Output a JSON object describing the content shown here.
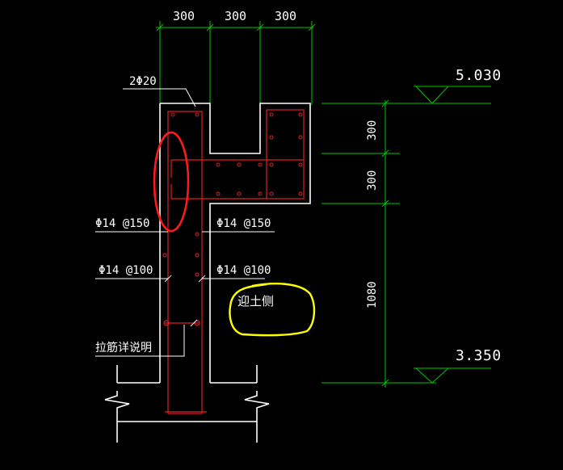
{
  "colors": {
    "background": "#000000",
    "dimension": "#00c800",
    "outline": "#ffffff",
    "rebar": "#e02020",
    "markup_red": "#ff1a1a",
    "markup_yellow": "#ffff00"
  },
  "dimensions_top": [
    "300",
    "300",
    "300"
  ],
  "dimensions_right": [
    "300",
    "300",
    "1080"
  ],
  "elevations": {
    "top": "5.030",
    "bottom": "3.350"
  },
  "labels": {
    "top_rebar": "2Φ20",
    "left_upper": "Φ14 @150",
    "right_upper": "Φ14 @150",
    "left_lower": "Φ14 @100",
    "right_lower": "Φ14 @100",
    "tie_note": "拉筋详说明",
    "soil_side": "迎土侧"
  }
}
